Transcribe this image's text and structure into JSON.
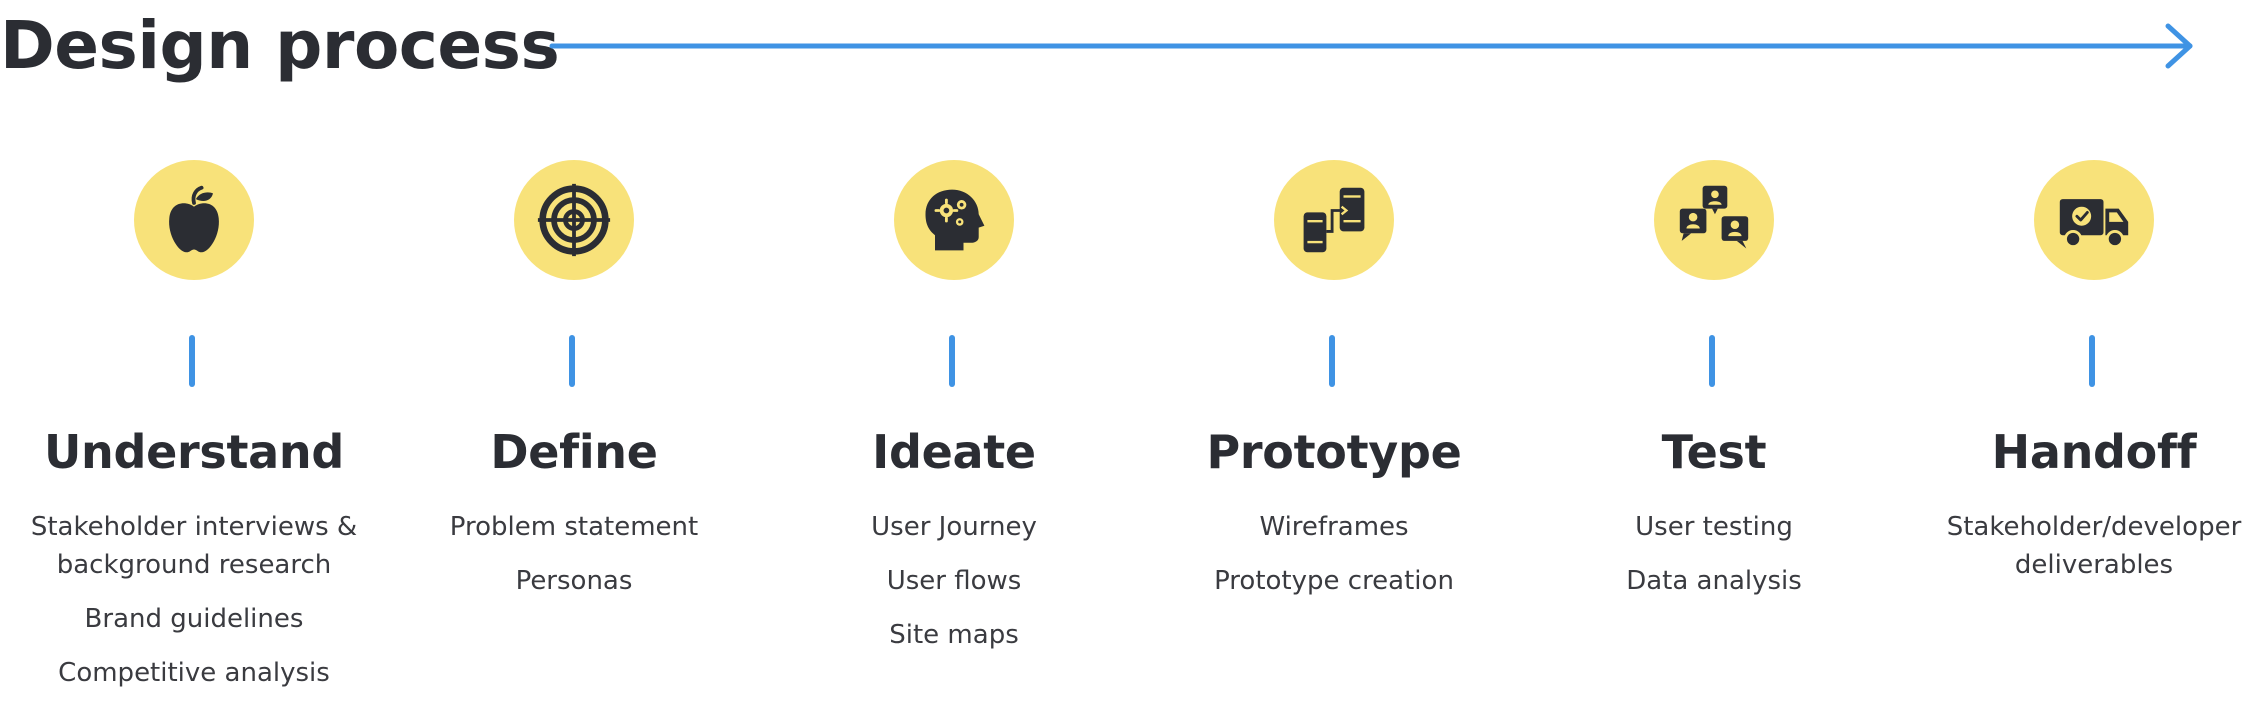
{
  "title": "Design process",
  "colors": {
    "accent_blue": "#3f93e4",
    "icon_bg": "#f8e27a",
    "text": "#2b2d33"
  },
  "steps": [
    {
      "icon": "apple-icon",
      "title": "Understand",
      "items": [
        "Stakeholder interviews & background research",
        "Brand guidelines",
        "Competitive analysis"
      ]
    },
    {
      "icon": "target-icon",
      "title": "Define",
      "items": [
        "Problem statement",
        "Personas"
      ]
    },
    {
      "icon": "head-gears-icon",
      "title": "Ideate",
      "items": [
        "User Journey",
        "User flows",
        "Site maps"
      ]
    },
    {
      "icon": "devices-flow-icon",
      "title": "Prototype",
      "items": [
        "Wireframes",
        "Prototype creation"
      ]
    },
    {
      "icon": "user-feedback-icon",
      "title": "Test",
      "items": [
        "User testing",
        "Data analysis"
      ]
    },
    {
      "icon": "delivery-truck-icon",
      "title": "Handoff",
      "items": [
        "Stakeholder/developer deliverables"
      ]
    }
  ]
}
